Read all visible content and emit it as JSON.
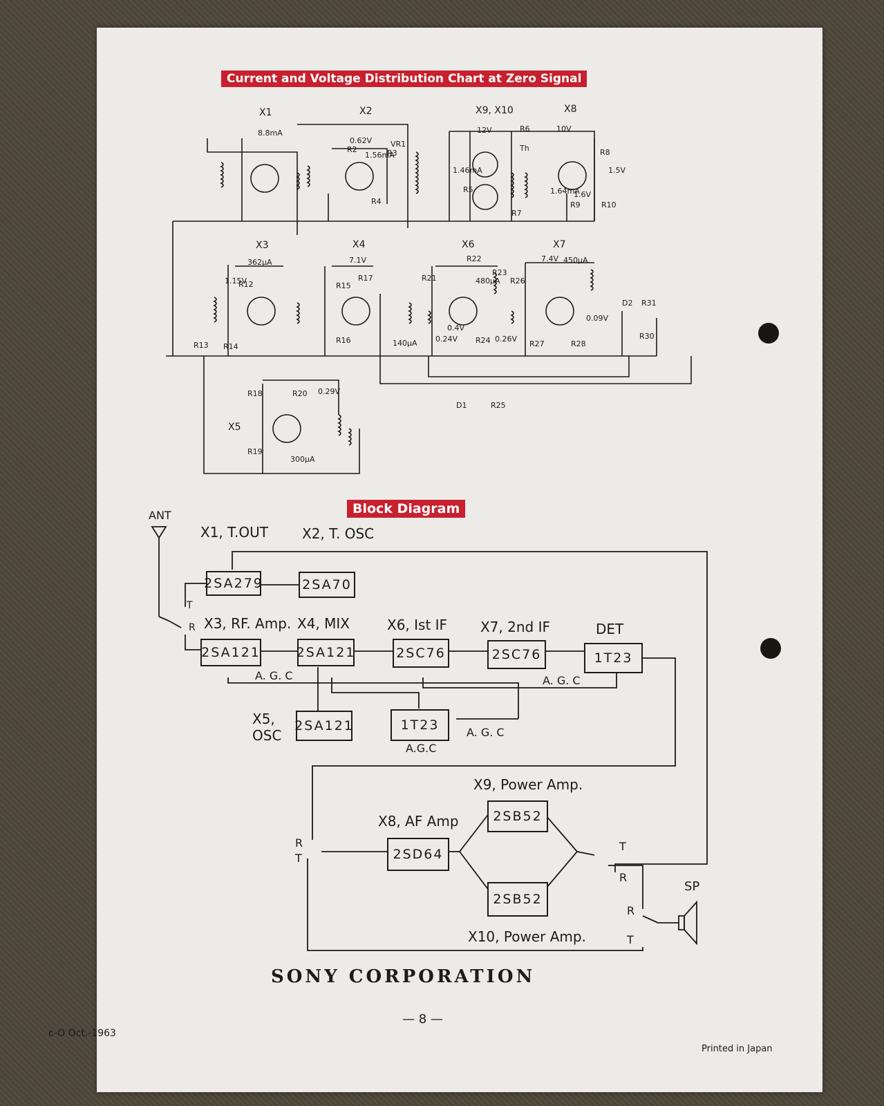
{
  "titles": {
    "chart": "Current and Voltage Distribution Chart at Zero Signal",
    "block": "Block Diagram"
  },
  "schematic": {
    "transistors": [
      "X1",
      "X2",
      "X9, X10",
      "X8",
      "X3",
      "X4",
      "X6",
      "X7",
      "X5"
    ],
    "values": [
      "8.8mA",
      "0.62V",
      "1.56mA",
      "12V",
      "10V",
      "1.46mA",
      "1.5V",
      "1.6V",
      "1.64mA",
      "362μA",
      "1.15V",
      "7.1V",
      "480μA",
      "7.4V",
      "450μA",
      "0.4V",
      "0.24V",
      "0.26V",
      "0.09V",
      "140μA",
      "0.29V",
      "300μA"
    ],
    "parts": [
      "R2",
      "R3",
      "VR1",
      "R4",
      "R5",
      "R6",
      "Th",
      "R7",
      "R8",
      "R9",
      "R10",
      "R12",
      "R13",
      "R14",
      "R15",
      "R16",
      "R17",
      "R21",
      "R22",
      "R23",
      "R24",
      "R26",
      "R27",
      "R28",
      "D2",
      "R31",
      "R30",
      "D1",
      "R25",
      "R18",
      "R20",
      "R19"
    ]
  },
  "block_diagram": {
    "ant": "ANT",
    "sp": "SP",
    "labels": {
      "x1": "X1, T.OUT",
      "x2": "X2, T. OSC",
      "x3": "X3, RF. Amp.",
      "x4": "X4, MIX",
      "x6": "X6, Ist IF",
      "x7": "X7, 2nd IF",
      "det": "DET",
      "x5": "X5,\nOSC",
      "x8": "X8, AF Amp",
      "x9": "X9, Power Amp.",
      "x10": "X10, Power Amp."
    },
    "blocks": {
      "x1": "2SA279",
      "x2": "2SA70",
      "x3": "2SA121",
      "x4": "2SA121",
      "x6": "2SC76",
      "x7": "2SC76",
      "det": "1T23",
      "x5": "2SA121",
      "agc": "1T23",
      "x8": "2SD64",
      "x9": "2SB52",
      "x10": "2SB52"
    },
    "agc_labels": [
      "A. G. C",
      "A. G. C",
      "A. G. C",
      "A.G.C"
    ],
    "switch": {
      "t": "T",
      "r": "R"
    }
  },
  "footer": {
    "company": "SONY CORPORATION",
    "page": "— 8 —",
    "code": "c-O Oct.-1963",
    "printed": "Printed in Japan"
  }
}
